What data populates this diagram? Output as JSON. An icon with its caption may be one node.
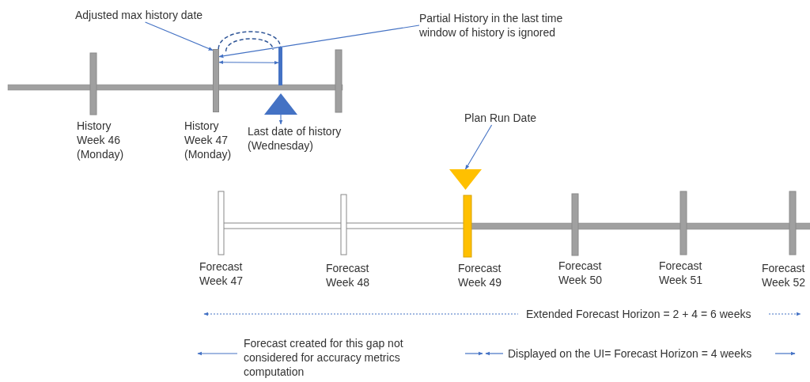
{
  "diagram": {
    "nodes": [
      {
        "text": [
          "Adjusted max history date"
        ]
      },
      {
        "text": [],
        "shape": "bar"
      },
      {
        "text": [],
        "shape": "bar"
      },
      {
        "text": [
          "Partial History in the last time window of history is ignored"
        ]
      },
      {
        "text": [],
        "shape": "triangle"
      },
      {
        "text": [
          "Last date of history (Wednesday)"
        ]
      },
      {
        "text": [
          "Plan Run Date"
        ]
      },
      {
        "text": [],
        "shape": "triangle"
      }
    ],
    "edges": [
      {
        "from": 0,
        "to": 1,
        "arrow": "to"
      },
      {
        "from": 1,
        "to": 2,
        "arrow": "none",
        "style": "dashed",
        "color": "#2f5597"
      },
      {
        "from": 3,
        "to": 1,
        "arrow": "to"
      },
      {
        "from": 1,
        "to": 2,
        "arrow": "both"
      },
      {
        "from": 4,
        "to": 5,
        "arrow": "to"
      },
      {
        "from": 6,
        "to": 7,
        "arrow": "to"
      }
    ],
    "labels": [
      "History Week 46 (Monday)",
      "History Week 47 (Monday)",
      "Forecast Week 47",
      "Forecast Week 48",
      "Forecast Week 49",
      "Forecast Week 50",
      "Forecast Week 51",
      "Forecast Week 52",
      "Extended Forecast Horizon = 2 + 4 = 6 weeks",
      "Forecast created for this gap not considered for accuracy metrics computation",
      "Displayed on the UI= Forecast Horizon = 4 weeks"
    ]
  }
}
